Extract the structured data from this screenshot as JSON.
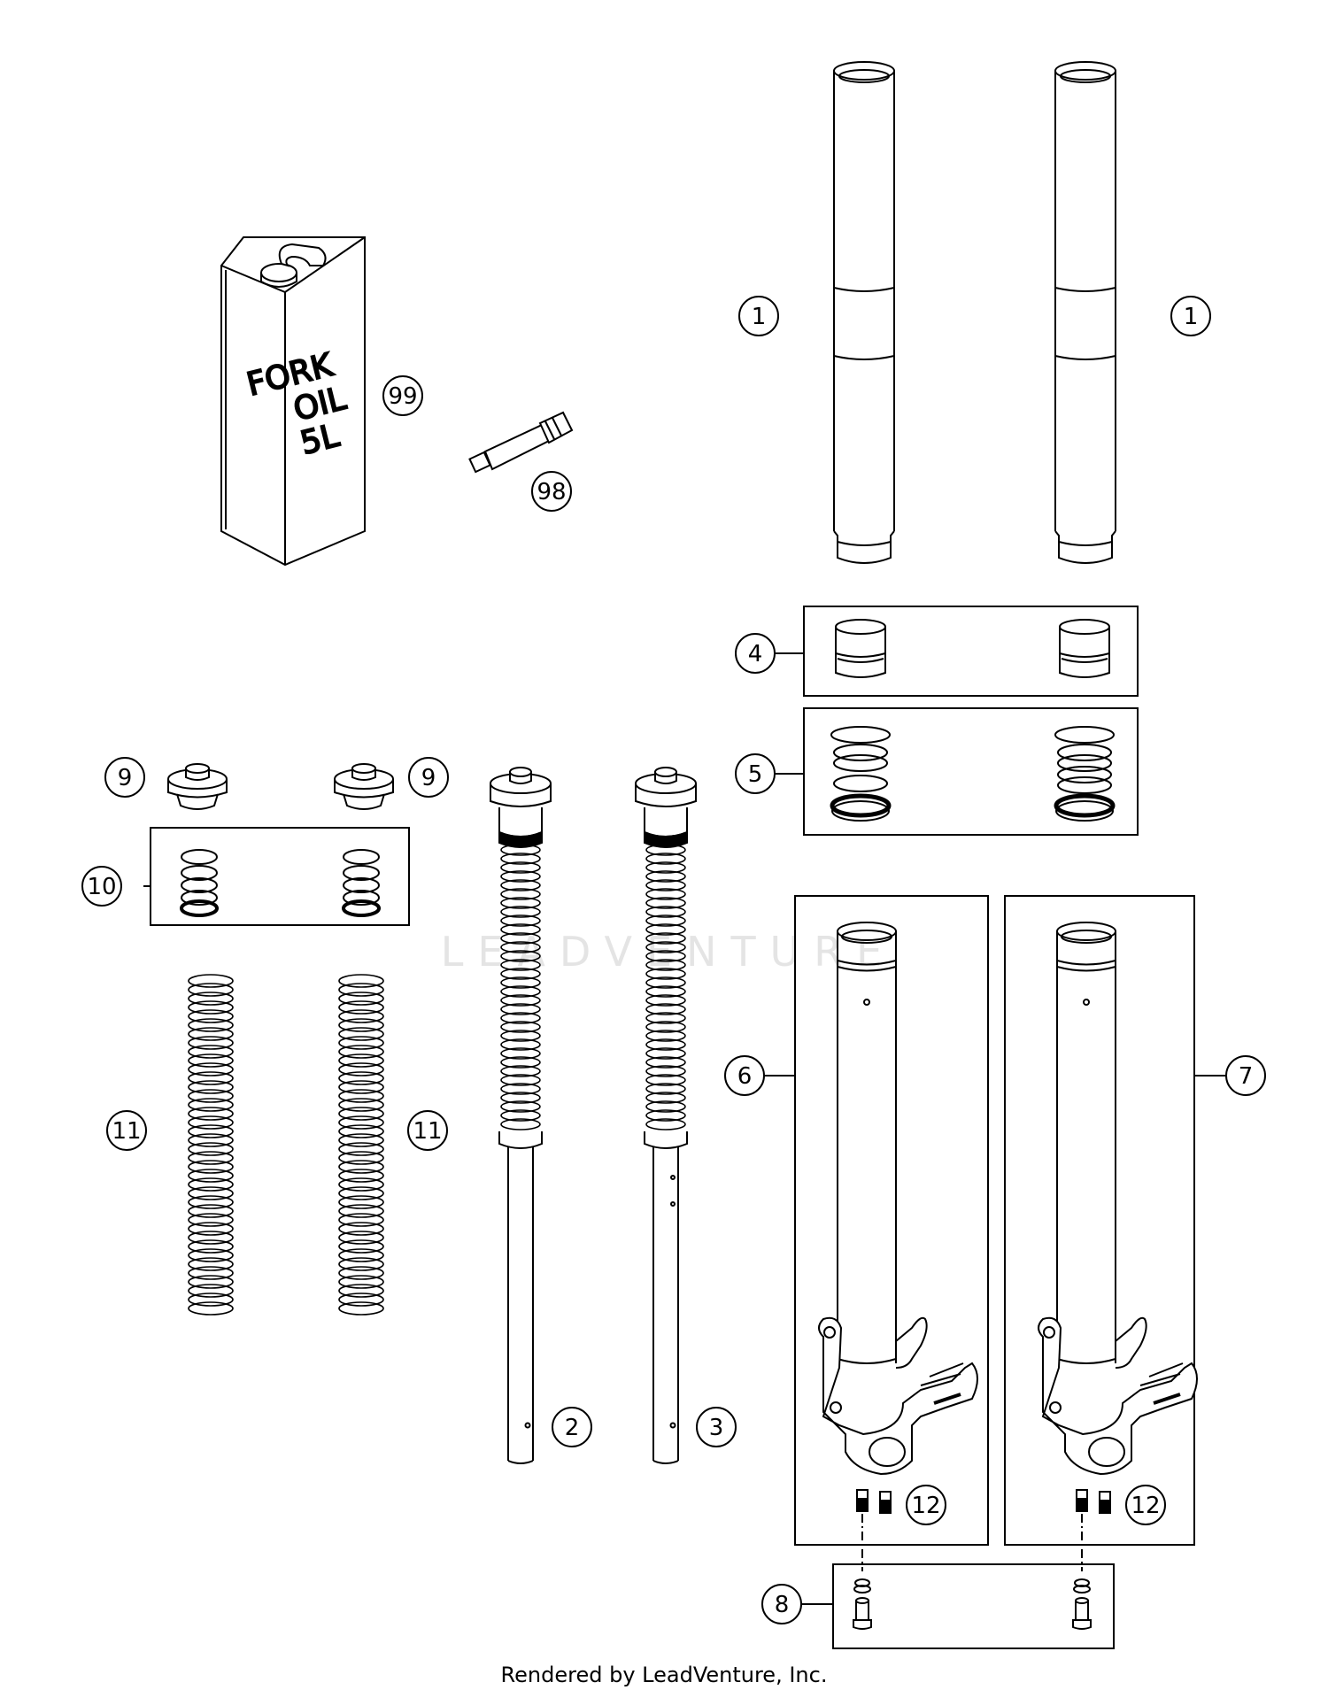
{
  "callouts": {
    "c1": "1",
    "c2": "2",
    "c3": "3",
    "c4": "4",
    "c5": "5",
    "c6": "6",
    "c7": "7",
    "c8": "8",
    "c9": "9",
    "c10": "10",
    "c11": "11",
    "c12": "12",
    "c98": "98",
    "c99": "99"
  },
  "oil_can": {
    "line1": "FORK",
    "line2": "OIL",
    "line3": "5L"
  },
  "watermark": "LEADVENTURE",
  "footer": "Rendered by LeadVenture, Inc.",
  "colors": {
    "line": "#000000",
    "paper": "#ffffff",
    "watermark": "#e4e4e4"
  }
}
